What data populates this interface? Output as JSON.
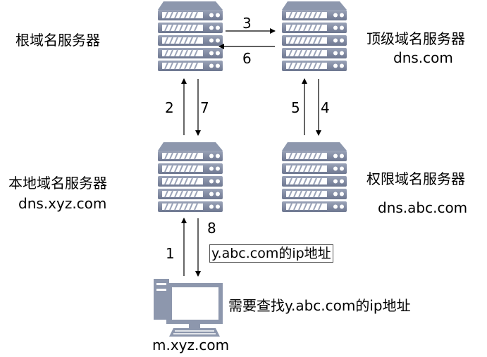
{
  "servers": {
    "root": {
      "name": "根域名服务器"
    },
    "tld": {
      "name": "顶级域名服务器",
      "domain": "dns.com"
    },
    "local": {
      "name": "本地域名服务器",
      "domain": "dns.xyz.com"
    },
    "auth": {
      "name": "权限域名服务器",
      "domain": "dns.abc.com"
    }
  },
  "client": {
    "host": "m.xyz.com",
    "request": "需要查找y.abc.com的ip地址"
  },
  "response_box": "y.abc.com的ip地址",
  "steps": [
    "1",
    "2",
    "3",
    "4",
    "5",
    "6",
    "7",
    "8"
  ]
}
